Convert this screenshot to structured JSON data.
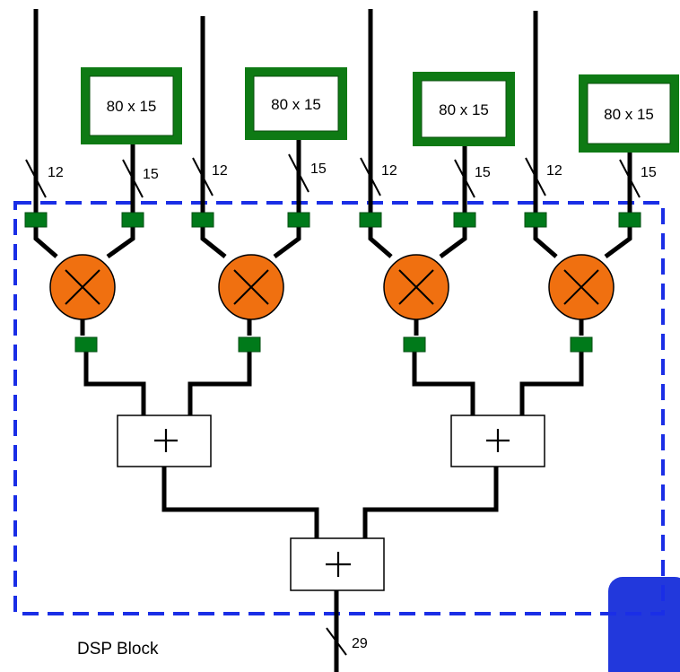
{
  "colors": {
    "dsp_border": "#1a2ee6",
    "register": "#007a1a",
    "memory_frame": "#0e7a14",
    "multiplier": "#f07010",
    "corner_tab": "#2238dc"
  },
  "memories": [
    {
      "label": "80 x 15"
    },
    {
      "label": "80 x 15"
    },
    {
      "label": "80 x 15"
    },
    {
      "label": "80 x 15"
    }
  ],
  "bus_widths": {
    "input_a": "12",
    "input_b": "15",
    "output": "29"
  },
  "dsp_block_label": "DSP Block",
  "multiplier_icon": "multiply-x-icon",
  "adder_icon": "plus-icon"
}
